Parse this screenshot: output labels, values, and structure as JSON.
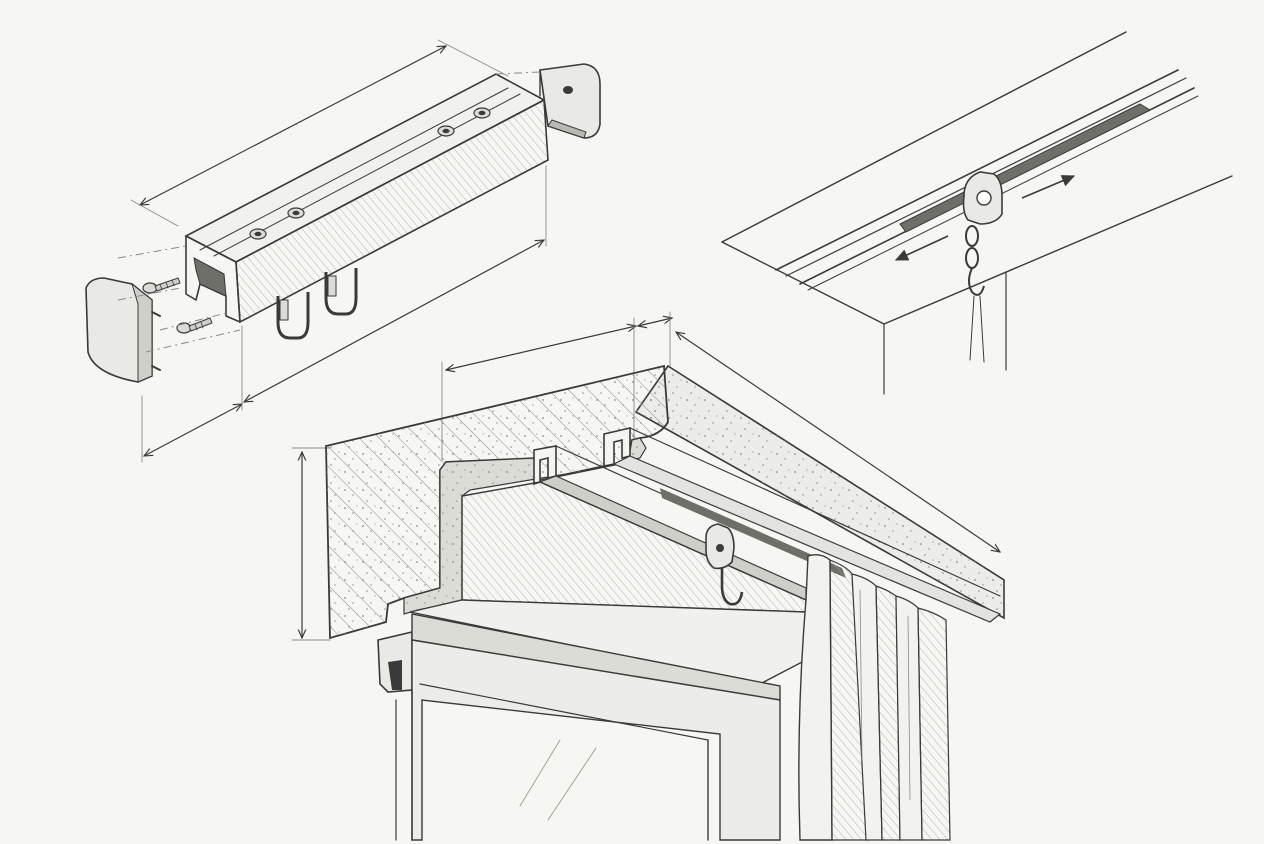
{
  "drawing": {
    "style": "pencil-sketch",
    "colors": {
      "paper": "#f6f6f3",
      "ink": "#3a3a3a",
      "ink_light": "#8a8a8a",
      "shade": "#b9b9b4",
      "dark_shade": "#6f6f6a"
    },
    "views": [
      "exploded-rail-assembly",
      "ceiling-track-detail",
      "window-recess-section"
    ],
    "arrows": [
      "arrow-right",
      "arrow-left"
    ]
  }
}
